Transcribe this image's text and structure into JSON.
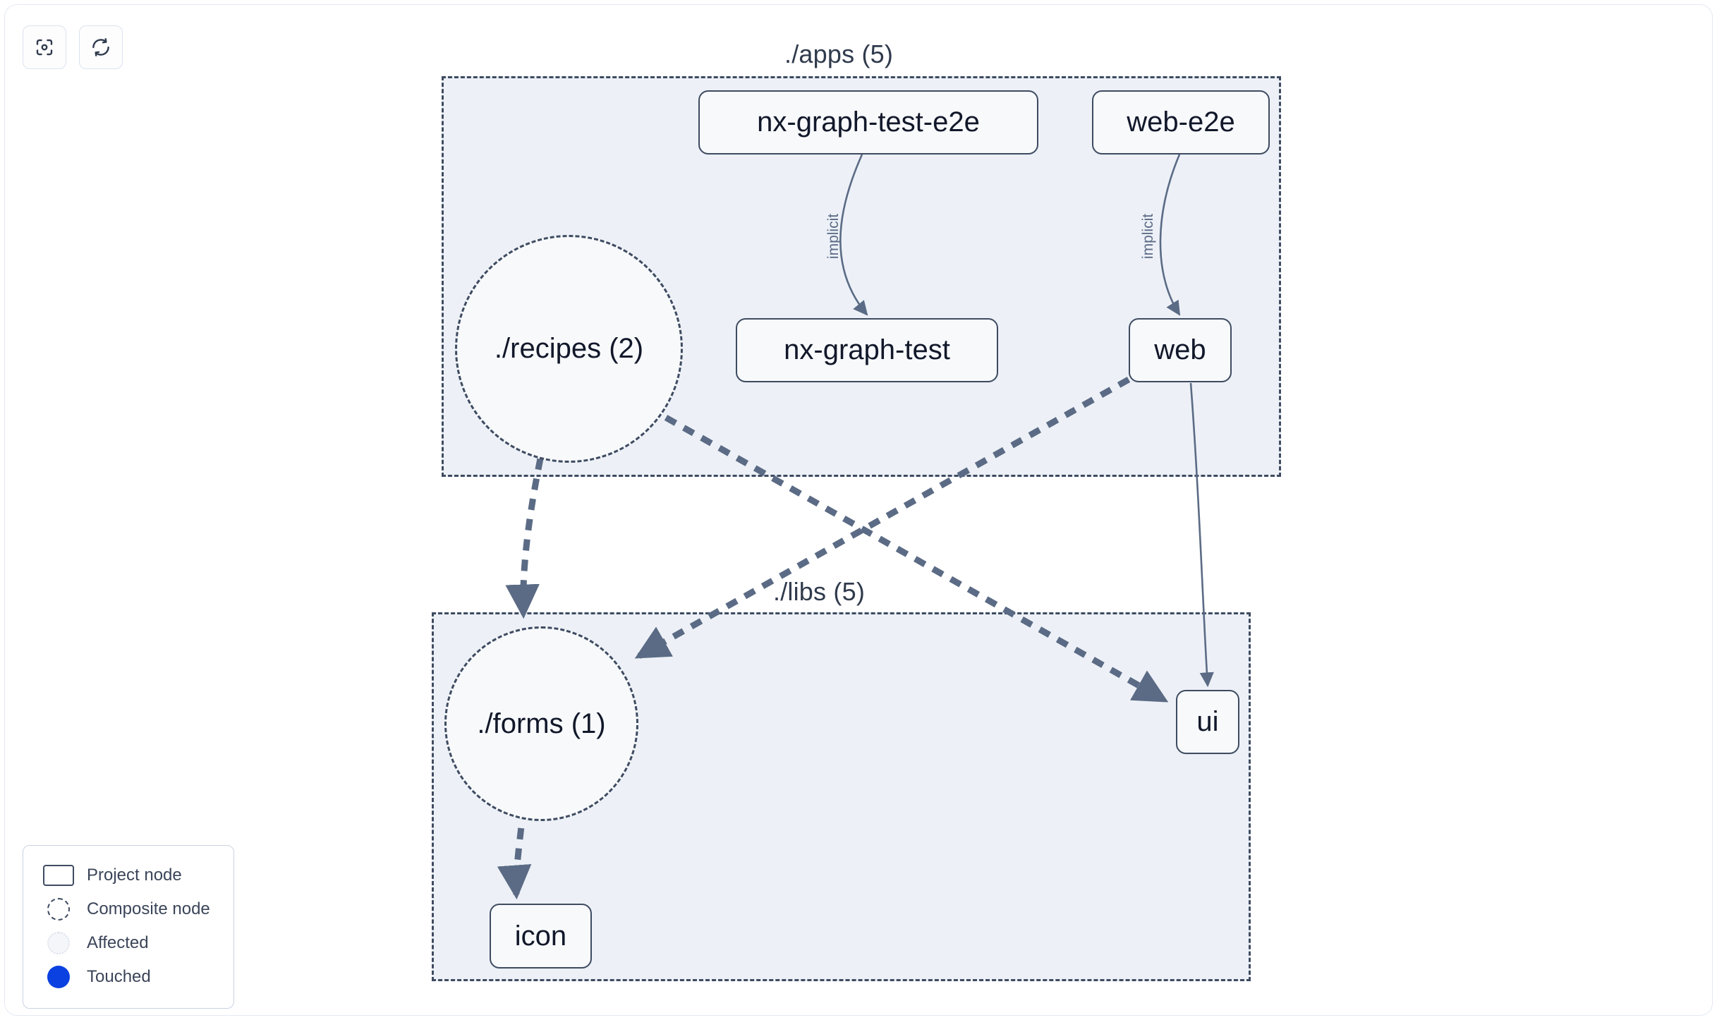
{
  "toolbar": {
    "buttons": [
      {
        "name": "focus-graph-button",
        "icon": "focus-target-icon",
        "title": "Focus graph"
      },
      {
        "name": "refresh-graph-button",
        "icon": "refresh-icon",
        "title": "Refresh graph"
      }
    ]
  },
  "graph": {
    "groups": [
      {
        "id": "apps",
        "label": "./apps (5)"
      },
      {
        "id": "libs",
        "label": "./libs (5)"
      }
    ],
    "nodes": [
      {
        "id": "nx-graph-test-e2e",
        "label": "nx-graph-test-e2e",
        "type": "project"
      },
      {
        "id": "web-e2e",
        "label": "web-e2e",
        "type": "project"
      },
      {
        "id": "nx-graph-test",
        "label": "nx-graph-test",
        "type": "project"
      },
      {
        "id": "web",
        "label": "web",
        "type": "project"
      },
      {
        "id": "recipes",
        "label": "./recipes (2)",
        "type": "composite"
      },
      {
        "id": "forms",
        "label": "./forms (1)",
        "type": "composite"
      },
      {
        "id": "ui",
        "label": "ui",
        "type": "project"
      },
      {
        "id": "icon",
        "label": "icon",
        "type": "project"
      }
    ],
    "edges": [
      {
        "from": "nx-graph-test-e2e",
        "to": "nx-graph-test",
        "label": "implicit",
        "style": "solid"
      },
      {
        "from": "web-e2e",
        "to": "web",
        "label": "implicit",
        "style": "solid"
      },
      {
        "from": "web",
        "to": "ui",
        "label": "",
        "style": "solid"
      },
      {
        "from": "recipes",
        "to": "forms",
        "label": "",
        "style": "dashed"
      },
      {
        "from": "recipes",
        "to": "ui",
        "label": "",
        "style": "dashed"
      },
      {
        "from": "web",
        "to": "forms",
        "label": "",
        "style": "dashed"
      },
      {
        "from": "forms",
        "to": "icon",
        "label": "",
        "style": "dashed"
      }
    ],
    "edge_labels": {
      "implicit_1": "implicit",
      "implicit_2": "implicit"
    }
  },
  "legend": {
    "items": [
      {
        "swatch": "project-node-swatch",
        "label": "Project node"
      },
      {
        "swatch": "composite-node-swatch",
        "label": "Composite node"
      },
      {
        "swatch": "affected-swatch",
        "label": "Affected"
      },
      {
        "swatch": "touched-swatch",
        "label": "Touched"
      }
    ]
  },
  "colors": {
    "node_border": "#3e4b61",
    "node_fill": "#f7f9fb",
    "group_fill": "#edf1f7",
    "edge": "#5b6b85",
    "touched": "#0b41e0",
    "text": "#12182a"
  }
}
